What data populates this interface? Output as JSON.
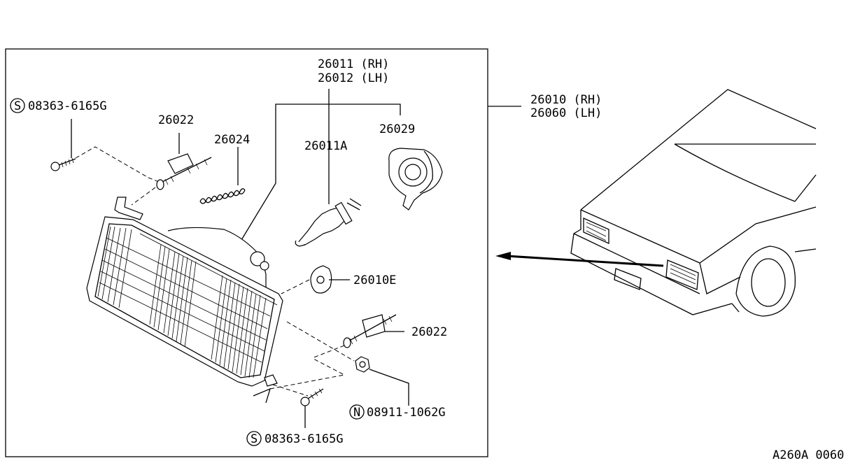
{
  "labels": {
    "bulb_assembly_rh": "26011 (RH)",
    "bulb_assembly_lh": "26012 (LH)",
    "bulb": "26011A",
    "socket": "26029",
    "adjuster_top": "26022",
    "spring": "26024",
    "retainer": "26010E",
    "adjuster_right": "26022",
    "headlamp_rh": "26010 (RH)",
    "headlamp_lh": "26060 (LH)",
    "screw_top": "08363-6165G",
    "screw_top_badge": "S",
    "screw_bottom": "08363-6165G",
    "screw_bottom_badge": "S",
    "nut": "08911-1062G",
    "nut_badge": "N",
    "diagram_code": "A260A 0060"
  },
  "icons": [
    "screw-icon",
    "nut-icon",
    "bulb-icon",
    "socket-icon",
    "spring-icon",
    "headlamp-icon",
    "car-front-icon"
  ]
}
